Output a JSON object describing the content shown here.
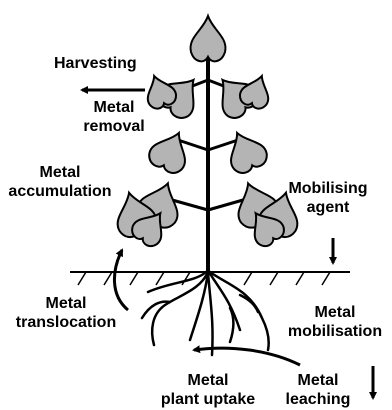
{
  "labels": {
    "harvesting": "Harvesting",
    "metal_removal_1": "Metal",
    "metal_removal_2": "removal",
    "metal_accumulation_1": "Metal",
    "metal_accumulation_2": "accumulation",
    "mobilising_agent_1": "Mobilising",
    "mobilising_agent_2": "agent",
    "metal_translocation_1": "Metal",
    "metal_translocation_2": "translocation",
    "metal_mobilisation_1": "Metal",
    "metal_mobilisation_2": "mobilisation",
    "metal_plant_uptake_1": "Metal",
    "metal_plant_uptake_2": "plant uptake",
    "metal_leaching_1": "Metal",
    "metal_leaching_2": "leaching"
  },
  "colors": {
    "leaf_fill": "#b4b4b4",
    "outline": "#000000",
    "background": "#ffffff"
  }
}
